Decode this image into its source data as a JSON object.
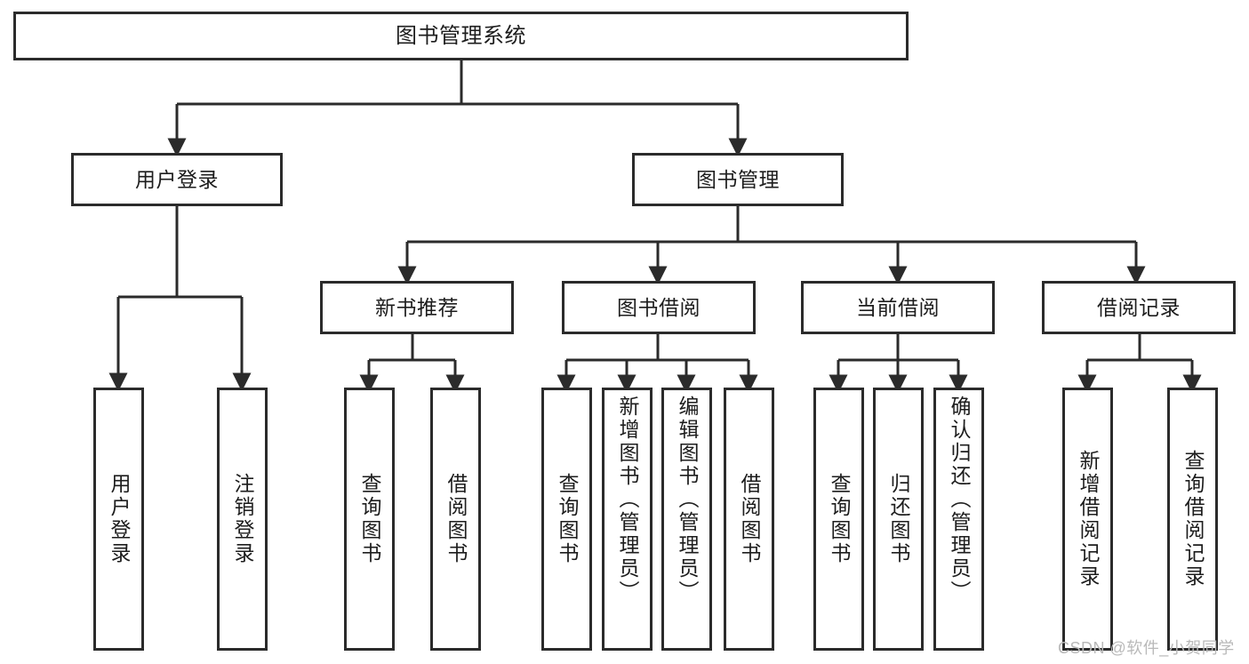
{
  "diagram": {
    "title": "图书管理系统",
    "type": "hierarchy-tree",
    "stroke_color": "#2b2b2b",
    "background_color": "#ffffff",
    "text_color": "#1d1d1d"
  },
  "nodes": {
    "root": {
      "label": "图书管理系统"
    },
    "level1": [
      {
        "label": "用户登录"
      },
      {
        "label": "图书管理"
      }
    ],
    "level2": [
      {
        "label": "新书推荐"
      },
      {
        "label": "图书借阅"
      },
      {
        "label": "当前借阅"
      },
      {
        "label": "借阅记录"
      }
    ],
    "leaves": {
      "user_login": [
        {
          "label": "用户登录"
        },
        {
          "label": "注销登录"
        }
      ],
      "new_book_recommend": [
        {
          "label": "查询图书"
        },
        {
          "label": "借阅图书"
        }
      ],
      "book_borrow": [
        {
          "label": "查询图书"
        },
        {
          "label": "新增图书（管理员）"
        },
        {
          "label": "编辑图书（管理员）"
        },
        {
          "label": "借阅图书"
        }
      ],
      "current_borrow": [
        {
          "label": "查询图书"
        },
        {
          "label": "归还图书"
        },
        {
          "label": "确认归还（管理员）"
        }
      ],
      "borrow_record": [
        {
          "label": "新增借阅记录"
        },
        {
          "label": "查询借阅记录"
        }
      ]
    }
  },
  "watermark": {
    "text": "CSDN @软件_小贺同学"
  }
}
